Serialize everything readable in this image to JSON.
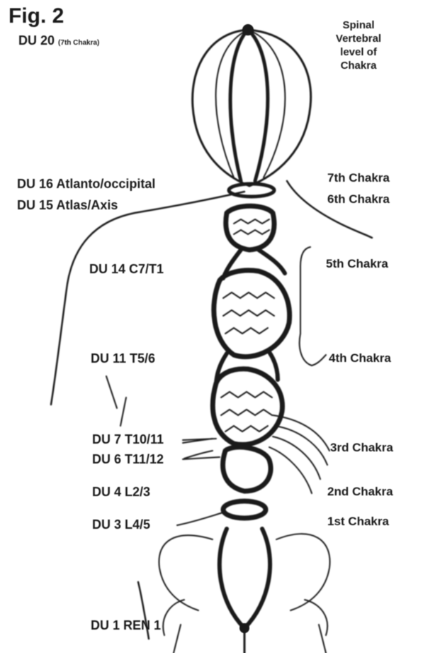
{
  "figure_label": "Fig. 2",
  "header": {
    "line1": "Spinal",
    "line2": "Vertebral",
    "line3": "level of",
    "line4": "Chakra"
  },
  "du_points": [
    {
      "code": "DU 20",
      "note": "(7th Chakra)"
    },
    {
      "code": "DU 16 Atlanto/occipital"
    },
    {
      "code": "DU 15 Atlas/Axis"
    },
    {
      "code": "DU 14 C7/T1"
    },
    {
      "code": "DU 11 T5/6"
    },
    {
      "code": "DU 7 T10/11"
    },
    {
      "code": "DU 6 T11/12"
    },
    {
      "code": "DU 4 L2/3"
    },
    {
      "code": "DU 3 L4/5"
    },
    {
      "code": "DU 1 REN 1"
    }
  ],
  "chakras": [
    "7th Chakra",
    "6th Chakra",
    "5th Chakra",
    "4th Chakra",
    "3rd Chakra",
    "2nd Chakra",
    "1st Chakra"
  ],
  "colors": {
    "ink": "#1a1a1a",
    "background": "#ffffff"
  }
}
